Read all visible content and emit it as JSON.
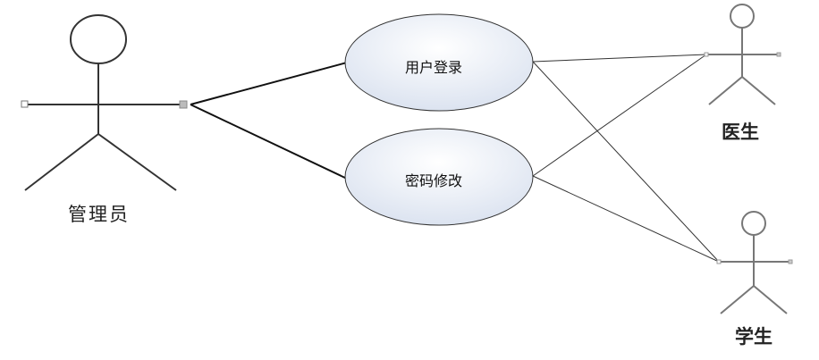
{
  "actors": {
    "admin": "管理员",
    "doctor": "医生",
    "student": "学生"
  },
  "use_cases": {
    "login": "用户登录",
    "password_change": "密码修改"
  },
  "colors": {
    "stroke": "#333333",
    "ellipse_fill_top": "#ffffff",
    "ellipse_fill_bottom": "#d9e1ef"
  }
}
